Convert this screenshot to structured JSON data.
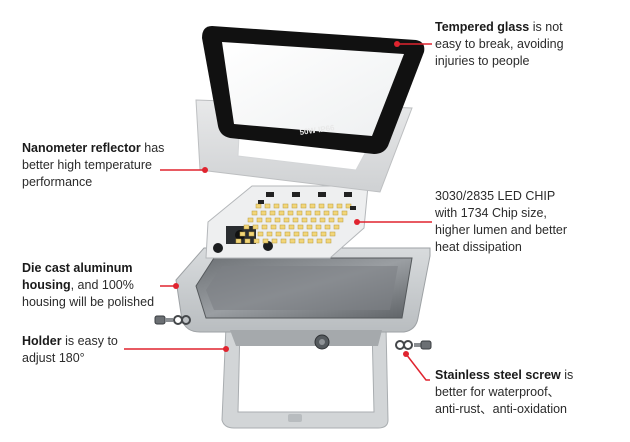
{
  "labels": {
    "tempered_glass": {
      "title": "Tempered glass",
      "rest": " is not",
      "lines": [
        "easy to break, avoiding",
        "injuries to people"
      ]
    },
    "reflector": {
      "title": "Nanometer reflector",
      "rest": " has",
      "lines": [
        "better high temperature",
        "performance"
      ]
    },
    "led_chip": {
      "title": "",
      "rest": "3030/2835 LED CHIP",
      "lines": [
        "with 1734 Chip size,",
        "higher lumen and better",
        "heat dissipation"
      ]
    },
    "housing": {
      "title": "Die cast aluminum",
      "rest": "",
      "title2": "housing",
      "rest2": ", and 100%",
      "lines": [
        "housing will be polished"
      ]
    },
    "holder": {
      "title": "Holder",
      "rest": " is easy to",
      "lines": [
        "adjust 180°"
      ]
    },
    "screw": {
      "title": "Stainless steel screw",
      "rest": " is",
      "lines": [
        "better for waterproof、",
        "anti-rust、anti-oxidation"
      ]
    }
  },
  "glass_print": {
    "line1": "50W IP66",
    "line2": ""
  },
  "colors": {
    "pointer": "#e0242f",
    "frame": "#111111",
    "housing": "#c9cdcf",
    "board": "#ecedee",
    "led": "#f2d67a"
  }
}
